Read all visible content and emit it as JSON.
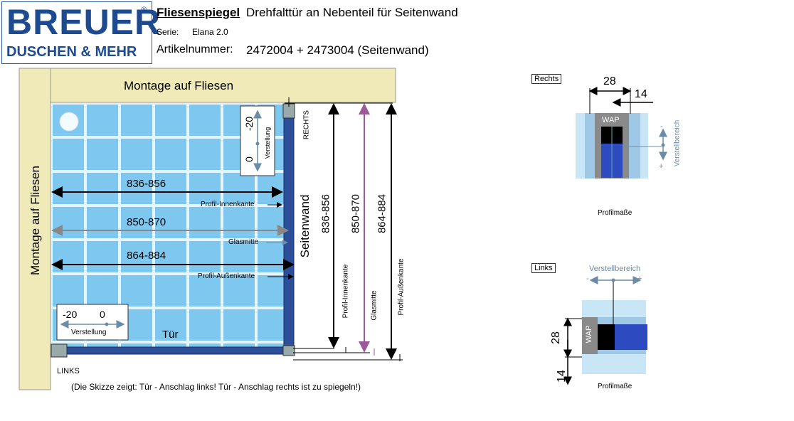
{
  "logo": {
    "top": "BREUER",
    "reg": "®",
    "bottom": "DUSCHEN & MEHR"
  },
  "header": {
    "title": "Fliesenspiegel",
    "description": "Drehfalttür an Nebenteil für Seitenwand",
    "serie_label": "Serie:",
    "serie_value": "Elana 2.0",
    "article_label": "Artikelnummer:",
    "article_value": "2472004 + 2473004 (Seitenwand)"
  },
  "plan": {
    "top_wall": "Montage auf Fliesen",
    "left_wall": "Montage auf Fliesen",
    "side_wall": "Seitenwand",
    "door": "Tür",
    "rechts": "RECHTS",
    "links": "LINKS",
    "note": "(Die Skizze zeigt: Tür - Anschlag links! Tür - Anschlag rechts ist zu spiegeln!)",
    "adj_vertical": {
      "min": "-20",
      "max": "0",
      "label": "Verstellung"
    },
    "adj_horizontal": {
      "min": "-20",
      "max": "0",
      "label": "Verstellung"
    },
    "horizontal_dims": [
      {
        "value": "836-856",
        "label": "Profil-Innenkante"
      },
      {
        "value": "850-870",
        "label": "Glasmitte"
      },
      {
        "value": "864-884",
        "label": "Profil-Außenkante"
      }
    ],
    "vertical_dims": [
      {
        "value": "836-856",
        "label": "Profil-Innenkante"
      },
      {
        "value": "850-870",
        "label": "Glasmitte"
      },
      {
        "value": "864-884",
        "label": "Profil-Außenkante"
      }
    ]
  },
  "detail_right": {
    "tag": "Rechts",
    "dim_a": "28",
    "dim_b": "14",
    "wap": "WAP",
    "range_label": "Verstellbereich",
    "minus": "-",
    "plus": "+",
    "caption": "Profilmaße"
  },
  "detail_left": {
    "tag": "Links",
    "dim_a": "28",
    "dim_b": "14",
    "wap": "WAP",
    "range_label": "Verstellbereich",
    "minus": "-",
    "plus": "+",
    "caption": "Profilmaße"
  },
  "colors": {
    "wall": "#f0e9b8",
    "tile": "#7ec8f0",
    "grout": "#e6f4fc",
    "profile": "#2d4f9a",
    "accent_arrow": "#9a5a9a",
    "gray_box": "#8a8a8a"
  }
}
